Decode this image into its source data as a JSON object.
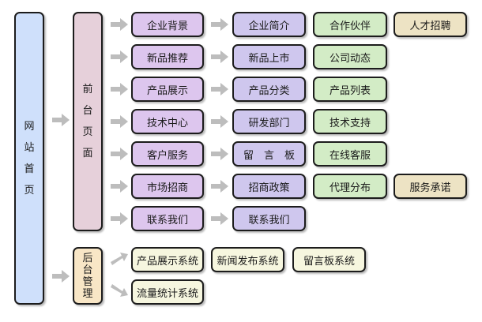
{
  "root": {
    "label": "网站首页",
    "chars": [
      "网",
      "站",
      "首",
      "页"
    ]
  },
  "frontend": {
    "label": "前台页面",
    "chars": [
      "前",
      "台",
      "页",
      "面"
    ],
    "rows": [
      {
        "level1": "企业背景",
        "level2": "企业简介",
        "level3": "合作伙伴",
        "level4": "人才招聘"
      },
      {
        "level1": "新品推荐",
        "level2": "新品上市",
        "level3": "公司动态"
      },
      {
        "level1": "产品展示",
        "level2": "产品分类",
        "level3": "产品列表"
      },
      {
        "level1": "技术中心",
        "level2": "研发部门",
        "level3": "技术支持"
      },
      {
        "level1": "客户服务",
        "level2": "留　言　板",
        "level3": "在线客服"
      },
      {
        "level1": "市场招商",
        "level2": "招商政策",
        "level3": "代理分布",
        "level4": "服务承诺"
      },
      {
        "level1": "联系我们",
        "level2": "联系我们"
      }
    ]
  },
  "backend": {
    "label": "后台管理",
    "chars": [
      "后",
      "台",
      "管",
      "理"
    ],
    "systems": [
      "产品展示系统",
      "新闻发布系统",
      "留言板系统",
      "流量统计系统"
    ]
  },
  "colors": {
    "root": "#cfe0fb",
    "frontend": "#e6d0da",
    "backend": "#f8e6c6",
    "level1": "#ddc6ee",
    "level2": "#cfc7ee",
    "level3": "#d3ecc6",
    "level4": "#ede3c4",
    "backend_system": "#f6f6df",
    "arrow": "#bdbdbd",
    "border": "#1c1c1c"
  }
}
